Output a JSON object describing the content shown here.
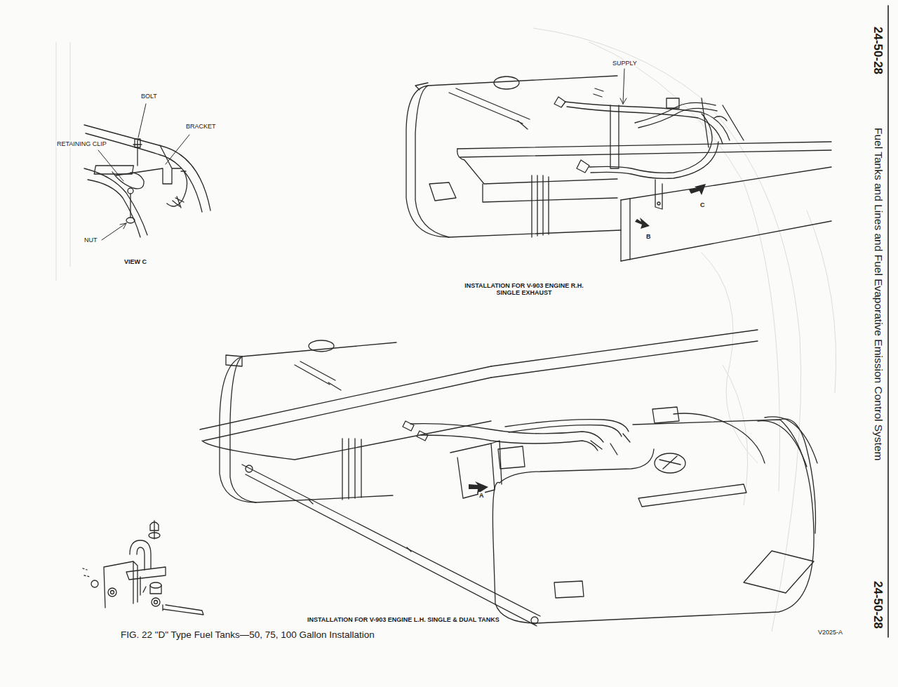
{
  "diagram": {
    "title": "Fuel Tanks and Lines and Fuel Evaporative Emission Control System",
    "caption": "FIG. 22 \"D\" Type Fuel Tanks—50, 75, 100 Gallon Installation",
    "labels": [
      "24-50-28",
      "24-50-28",
      "BOLT",
      "BRACKET",
      "RETAINING CLIP",
      "NUT",
      "VIEW C",
      "SUPPLY",
      "C",
      "B",
      "A",
      "INSTALLATION FOR V-903 ENGINE R.H. SINGLE EXHAUST",
      "INSTALLATION FOR V-903 ENGINE L.H. SINGLE & DUAL TANKS",
      "V2025-A"
    ]
  }
}
